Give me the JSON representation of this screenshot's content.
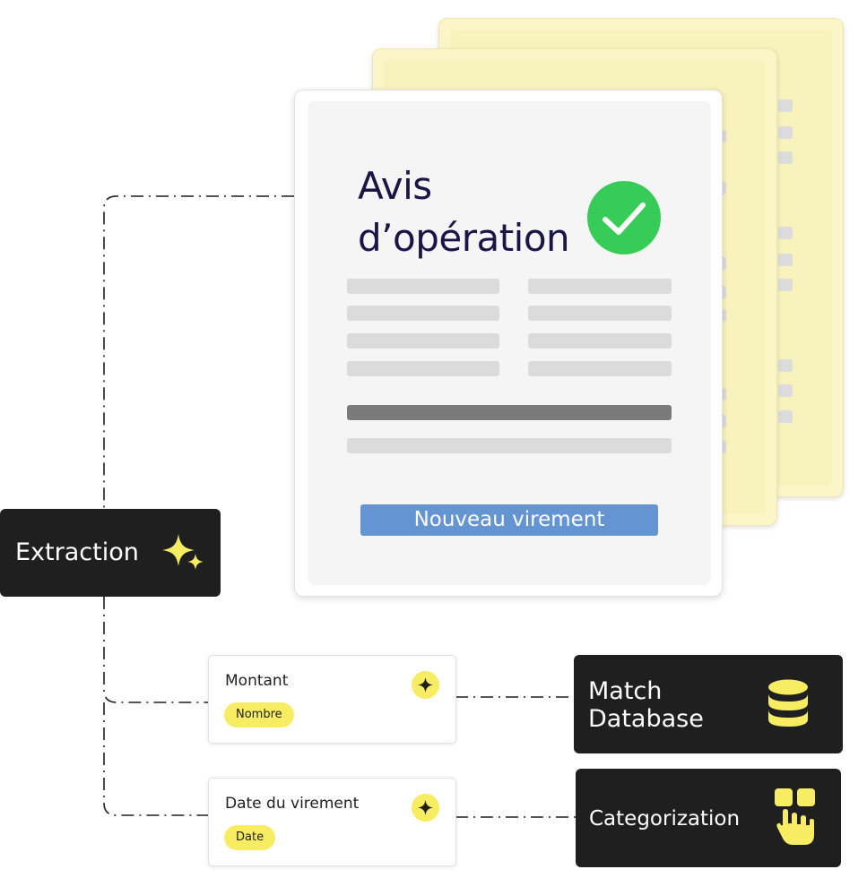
{
  "document": {
    "title_line1": "Avis",
    "title_line2": "d’opération",
    "button_label": "Nouveau virement",
    "check_color": "#37cc57"
  },
  "extraction": {
    "label": "Extraction",
    "icon": "sparkles-icon"
  },
  "fields": [
    {
      "label": "Montant",
      "type_badge": "Nombre",
      "icon": "sparkle-icon"
    },
    {
      "label": "Date du virement",
      "type_badge": "Date",
      "icon": "sparkle-icon"
    }
  ],
  "actions": [
    {
      "label": "Match Database",
      "icon": "database-icon"
    },
    {
      "label": "Categorization",
      "icon": "hand-pointer-icon"
    }
  ],
  "colors": {
    "accent_yellow": "#f8ed62",
    "dark_box": "#1f1f1f",
    "button_blue": "#6495d2",
    "title_navy": "#1b1446",
    "back_doc_yellow": "#fbf6c8"
  }
}
